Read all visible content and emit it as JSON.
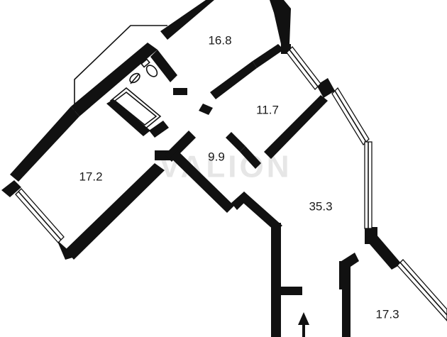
{
  "plan": {
    "watermark": "VALION",
    "rooms": [
      {
        "id": "room-top",
        "area": "16.8"
      },
      {
        "id": "room-middle",
        "area": "11.7"
      },
      {
        "id": "hallway",
        "area": "9.9"
      },
      {
        "id": "room-left",
        "area": "17.2"
      },
      {
        "id": "living-room",
        "area": "35.3"
      },
      {
        "id": "room-bottom-right",
        "area": "17.3"
      }
    ],
    "fixtures": [
      "bathtub-icon",
      "toilet-icon",
      "sink-icon",
      "entrance-arrow-icon"
    ],
    "colors": {
      "wall": "#111111",
      "background": "#ffffff",
      "watermark": "#e6e6e6"
    }
  }
}
